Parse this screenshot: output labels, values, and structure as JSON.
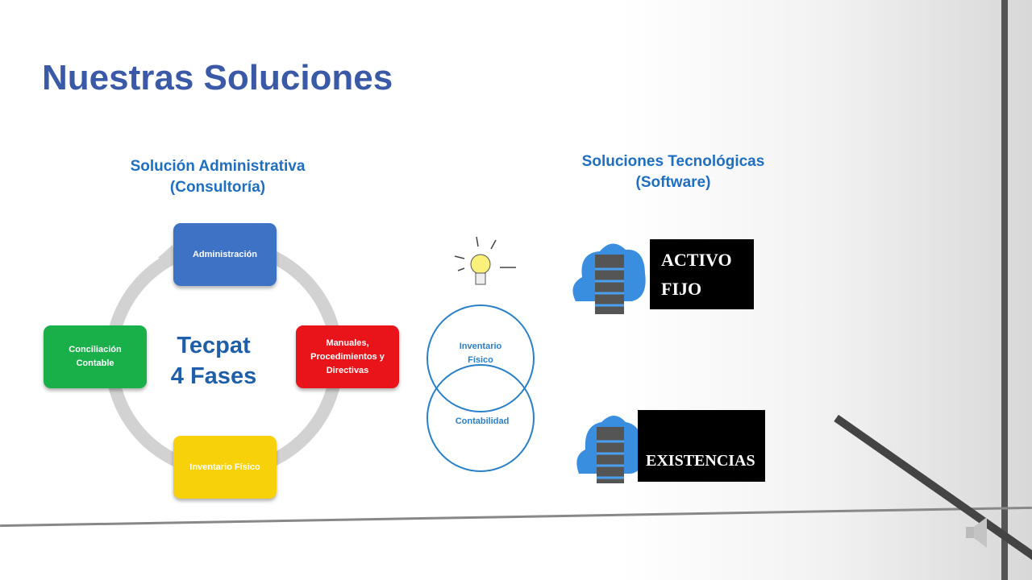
{
  "slide": {
    "title": "Nuestras Soluciones",
    "left_heading": [
      "Solución Administrativa",
      "(Consultoría)"
    ],
    "right_heading": [
      "Soluciones Tecnológicas",
      "(Software)"
    ],
    "cycle": {
      "center": [
        "Tecpat",
        "4 Fases"
      ],
      "phases": [
        {
          "label": "Administración",
          "color": "#3d72c4"
        },
        {
          "label": "Manuales, Procedimientos y Directivas",
          "color": "#e8141a"
        },
        {
          "label": "Inventario Físico",
          "color": "#f7d20a"
        },
        {
          "label": "Conciliación Contable",
          "color": "#19b04a"
        }
      ]
    },
    "venn": [
      "Inventario Físico",
      "Contabilidad"
    ],
    "software": [
      [
        "ACTIVO",
        "FIJO"
      ],
      [
        "EXISTENCIAS"
      ]
    ]
  },
  "icons": [
    "lightbulb-icon",
    "cloud-server-icon",
    "speaker-icon"
  ]
}
